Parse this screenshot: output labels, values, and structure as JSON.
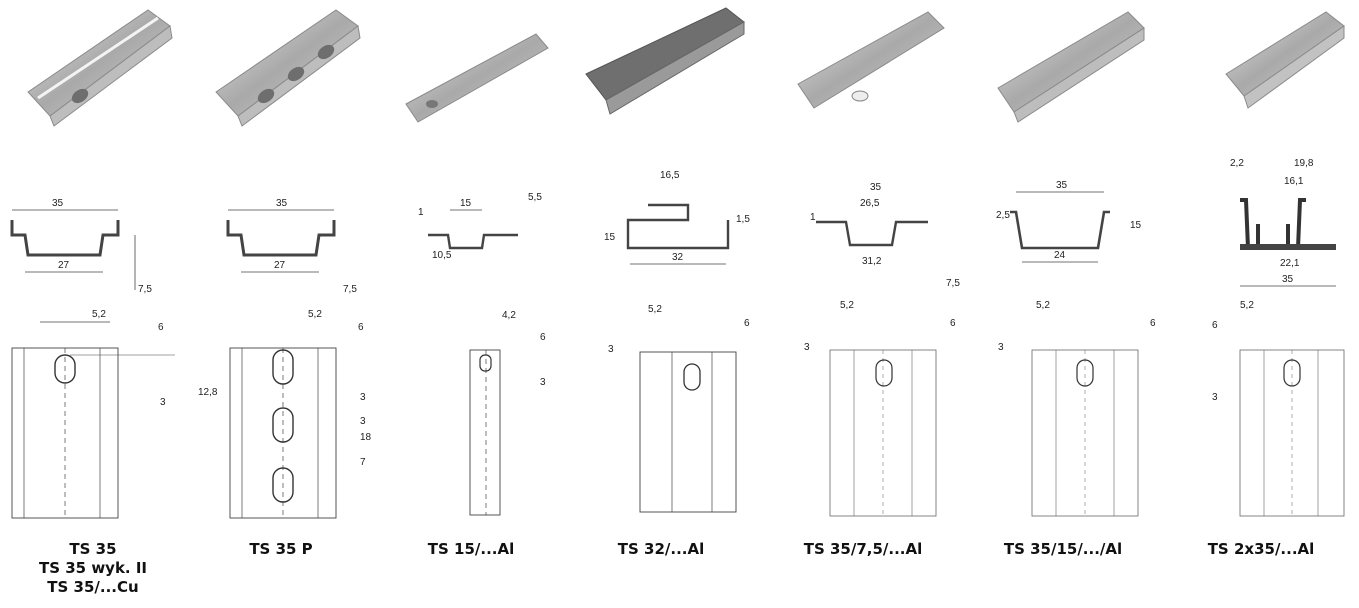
{
  "columns": [
    {
      "captions": [
        "TS 35",
        "TS 35 wyk. II",
        "TS 35/...Cu"
      ],
      "profile_dims": [
        "35",
        "27",
        "7,5"
      ],
      "front_dims": [
        "5,2",
        "6",
        "3"
      ],
      "holes": 1
    },
    {
      "captions": [
        "TS 35 P"
      ],
      "profile_dims": [
        "35",
        "27",
        "7,5"
      ],
      "front_dims": [
        "5,2",
        "6",
        "3",
        "12,8",
        "3",
        "18",
        "7"
      ],
      "holes": 3
    },
    {
      "captions": [
        "TS 15/...Al"
      ],
      "profile_dims": [
        "15",
        "5,5",
        "1",
        "10,5"
      ],
      "front_dims": [
        "4,2",
        "6",
        "3"
      ],
      "holes": 1
    },
    {
      "captions": [
        "TS 32/...Al"
      ],
      "profile_dims": [
        "16,5",
        "15",
        "1,5",
        "32"
      ],
      "front_dims": [
        "5,2",
        "6",
        "3"
      ],
      "holes": 1
    },
    {
      "captions": [
        "TS 35/7,5/...Al"
      ],
      "profile_dims": [
        "35",
        "26,5",
        "1",
        "31,2",
        "7,5"
      ],
      "front_dims": [
        "5,2",
        "6",
        "3"
      ],
      "holes": 1
    },
    {
      "captions": [
        "TS 35/15/.../Al"
      ],
      "profile_dims": [
        "35",
        "2,5",
        "15",
        "24"
      ],
      "front_dims": [
        "5,2",
        "6",
        "3"
      ],
      "holes": 1
    },
    {
      "captions": [
        "TS 2x35/...Al"
      ],
      "profile_dims": [
        "2,2",
        "19,8",
        "16,1",
        "22,1",
        "35"
      ],
      "front_dims": [
        "5,2",
        "6",
        "3"
      ],
      "holes": 1
    }
  ]
}
